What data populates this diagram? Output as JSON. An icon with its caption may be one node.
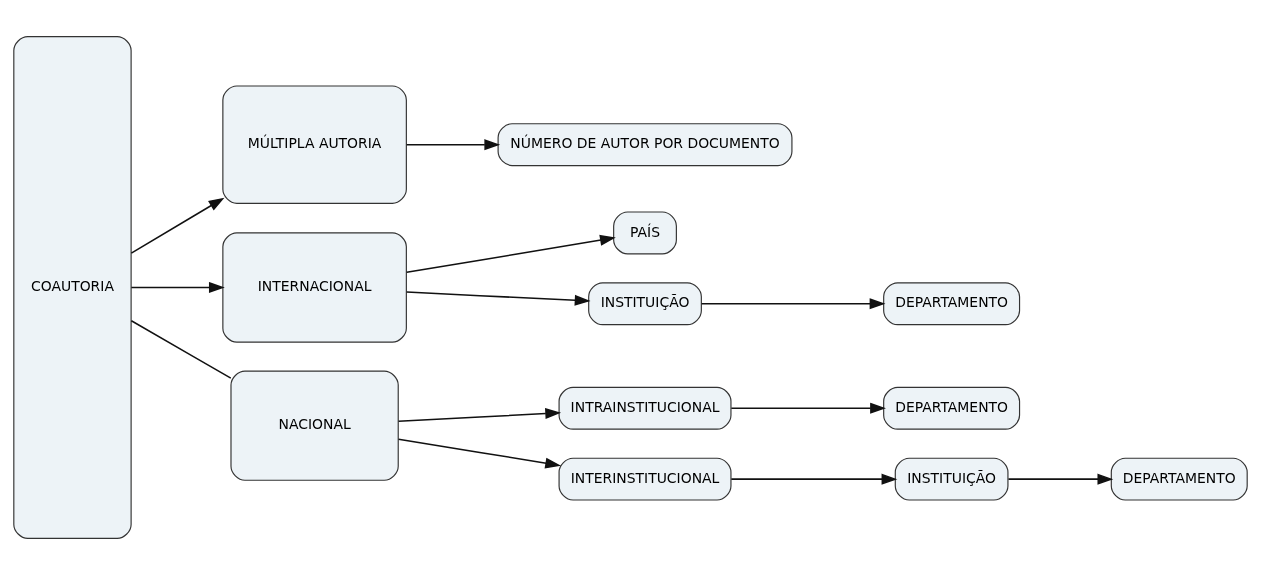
{
  "diagram": {
    "nodes": [
      {
        "text": [
          "COAUTORIA"
        ]
      },
      {
        "text": [
          "MÚLTIPLA AUTORIA"
        ]
      },
      {
        "text": [
          "NÚMERO DE AUTOR POR DOCUMENTO"
        ]
      },
      {
        "text": [
          "INTERNACIONAL"
        ]
      },
      {
        "text": [
          "PAÍS"
        ]
      },
      {
        "text": [
          "INSTITUIÇÃO"
        ]
      },
      {
        "text": [
          "DEPARTAMENTO"
        ]
      },
      {
        "text": [
          "NACIONAL"
        ]
      },
      {
        "text": [
          "INTRAINSTITUCIONAL"
        ]
      },
      {
        "text": [
          "DEPARTAMENTO"
        ]
      },
      {
        "text": [
          "INTERINSTITUCIONAL"
        ]
      },
      {
        "text": [
          "INSTITUIÇÃO"
        ]
      },
      {
        "text": [
          "DEPARTAMENTO"
        ]
      }
    ],
    "edges": [
      {
        "from": 0,
        "to": 1,
        "arrow": "to"
      },
      {
        "from": 0,
        "to": 3,
        "arrow": "to"
      },
      {
        "from": 0,
        "to": 7,
        "arrow": "none"
      },
      {
        "from": 1,
        "to": 2,
        "arrow": "to"
      },
      {
        "from": 3,
        "to": 4,
        "arrow": "to"
      },
      {
        "from": 3,
        "to": 5,
        "arrow": "to"
      },
      {
        "from": 5,
        "to": 6,
        "arrow": "to"
      },
      {
        "from": 7,
        "to": 8,
        "arrow": "to"
      },
      {
        "from": 7,
        "to": 10,
        "arrow": "to"
      },
      {
        "from": 8,
        "to": 9,
        "arrow": "to"
      },
      {
        "from": 10,
        "to": 11,
        "arrow": "to"
      },
      {
        "from": 11,
        "to": 12,
        "arrow": "to"
      }
    ]
  }
}
